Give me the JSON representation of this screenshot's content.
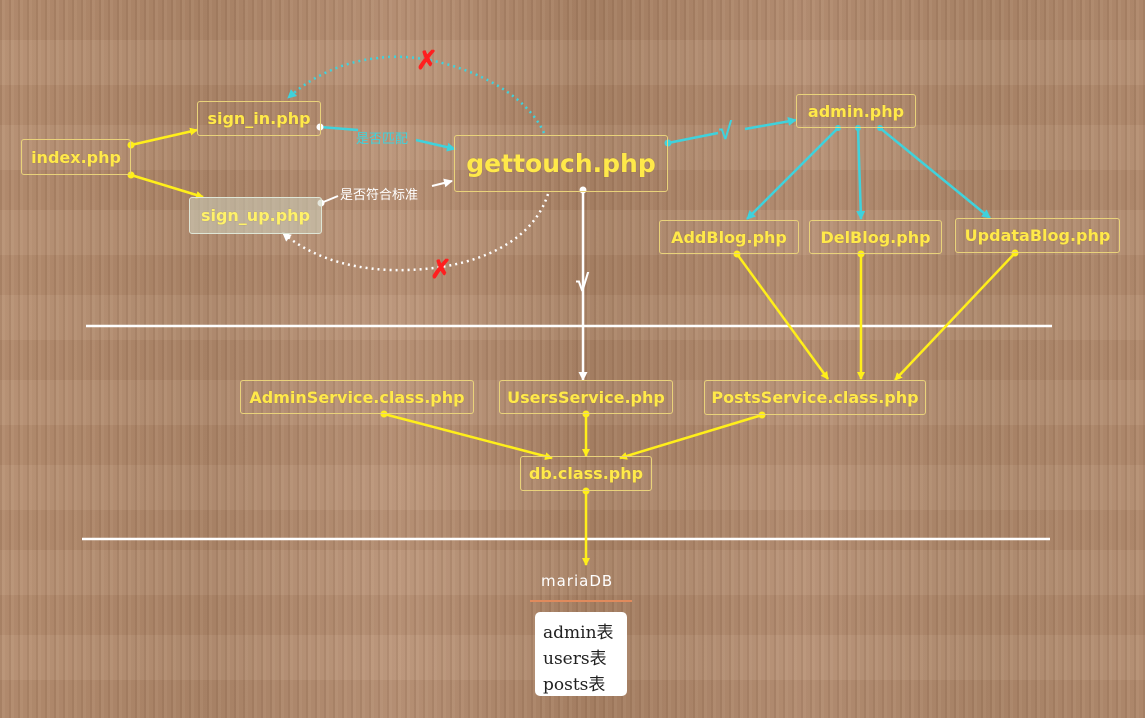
{
  "nodes": {
    "index": "index.php",
    "sign_in": "sign_in.php",
    "sign_up": "sign_up.php",
    "gettouch": "gettouch.php",
    "admin": "admin.php",
    "add_blog": "AddBlog.php",
    "del_blog": "DelBlog.php",
    "updata_blog": "UpdataBlog.php",
    "admin_service": "AdminService.class.php",
    "users_service": "UsersService.php",
    "posts_service": "PostsService.class.php",
    "db_class": "db.class.php"
  },
  "labels": {
    "match_check": "是否匹配",
    "standard_check": "是否符合标准",
    "check_mark": "√",
    "cross_mark": "✗"
  },
  "database": {
    "title": "mariaDB",
    "tables": [
      "admin表",
      "users表",
      "posts表"
    ]
  },
  "colors": {
    "yellow_arrow": "#ffef1a",
    "cyan_arrow": "#3fd2dc",
    "white_arrow": "#ffffff",
    "node_text": "#ffe94a",
    "cross": "#ff1f1f",
    "separator": "#ffffff"
  }
}
